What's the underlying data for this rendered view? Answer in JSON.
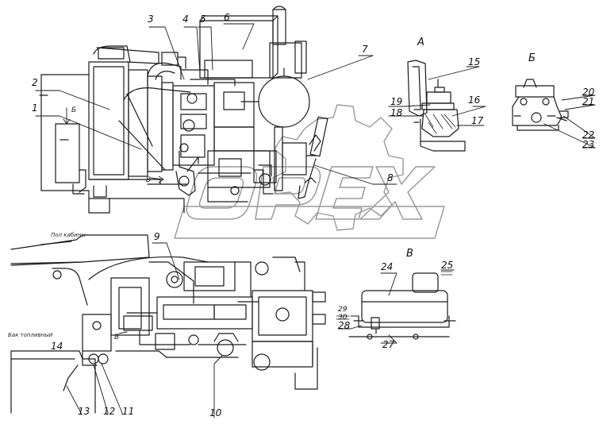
{
  "diagram": {
    "callouts": [
      "1",
      "2",
      "3",
      "4",
      "5",
      "6",
      "7",
      "8",
      "9",
      "10",
      "11",
      "12",
      "13",
      "14",
      "15",
      "16",
      "17",
      "18",
      "19",
      "20",
      "21",
      "22",
      "23",
      "24",
      "25",
      "27",
      "28",
      "29",
      "30"
    ],
    "view_labels": {
      "view_a": "А",
      "view_b": "Б",
      "view_v": "В"
    },
    "notes": {
      "top_left_note": "Пол кабины",
      "side_note": "Бак топливный"
    },
    "arrow_marks": {
      "b_mark": "Б",
      "v_mark_top": "В",
      "v_mark_bottom": "В"
    }
  },
  "watermark": {
    "brand": "OPEX"
  }
}
